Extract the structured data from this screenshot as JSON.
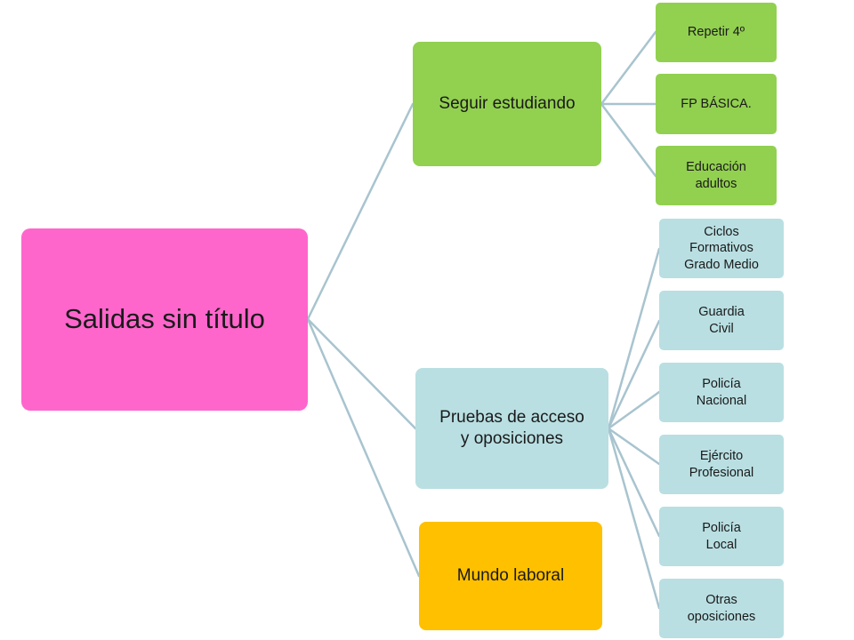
{
  "colors": {
    "root": "#ff66cc",
    "study": "#92d050",
    "exams": "#b9dfe2",
    "work": "#ffc000",
    "connector": "#a8c4cf"
  },
  "root": {
    "label": "Salidas sin título"
  },
  "branches": {
    "study": {
      "label": "Seguir estudiando",
      "children": [
        "Repetir 4º",
        "FP BÁSICA.",
        "Educación\nadultos"
      ]
    },
    "exams": {
      "label": "Pruebas de acceso\ny oposiciones",
      "children": [
        "Ciclos\nFormativos\nGrado Medio",
        "Guardia\nCivil",
        "Policía\nNacional",
        "Ejército\nProfesional",
        "Policía\nLocal",
        "Otras\noposiciones"
      ]
    },
    "work": {
      "label": "Mundo laboral"
    }
  }
}
